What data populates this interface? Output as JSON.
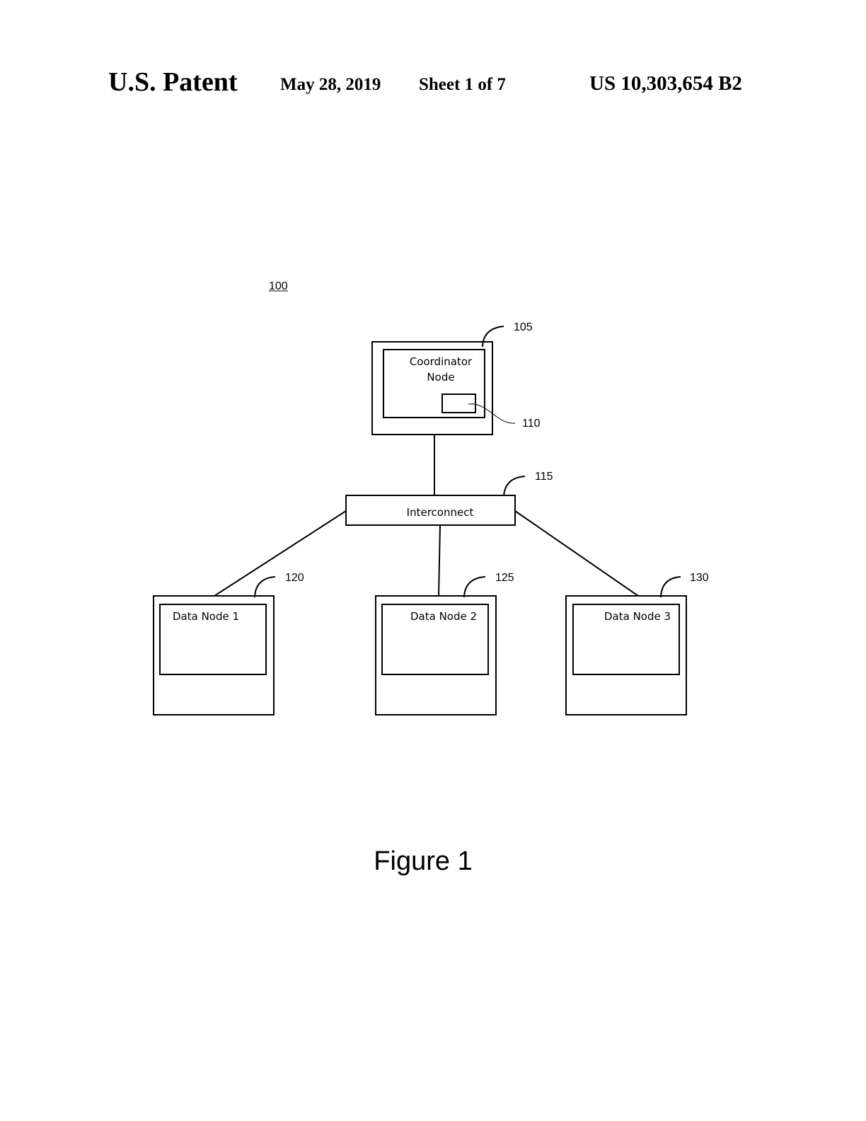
{
  "header": {
    "title": "U.S. Patent",
    "date": "May 28, 2019",
    "sheet": "Sheet 1 of 7",
    "patent_number": "US 10,303,654 B2"
  },
  "diagram": {
    "system_ref": "100",
    "coordinator": {
      "label_line1": "Coordinator",
      "label_line2": "Node",
      "ref": "105",
      "component_ref": "110"
    },
    "interconnect": {
      "label": "Interconnect",
      "ref": "115"
    },
    "data_nodes": [
      {
        "label": "Data Node 1",
        "ref": "120"
      },
      {
        "label": "Data Node 2",
        "ref": "125"
      },
      {
        "label": "Data Node 3",
        "ref": "130"
      }
    ]
  },
  "caption": "Figure 1"
}
